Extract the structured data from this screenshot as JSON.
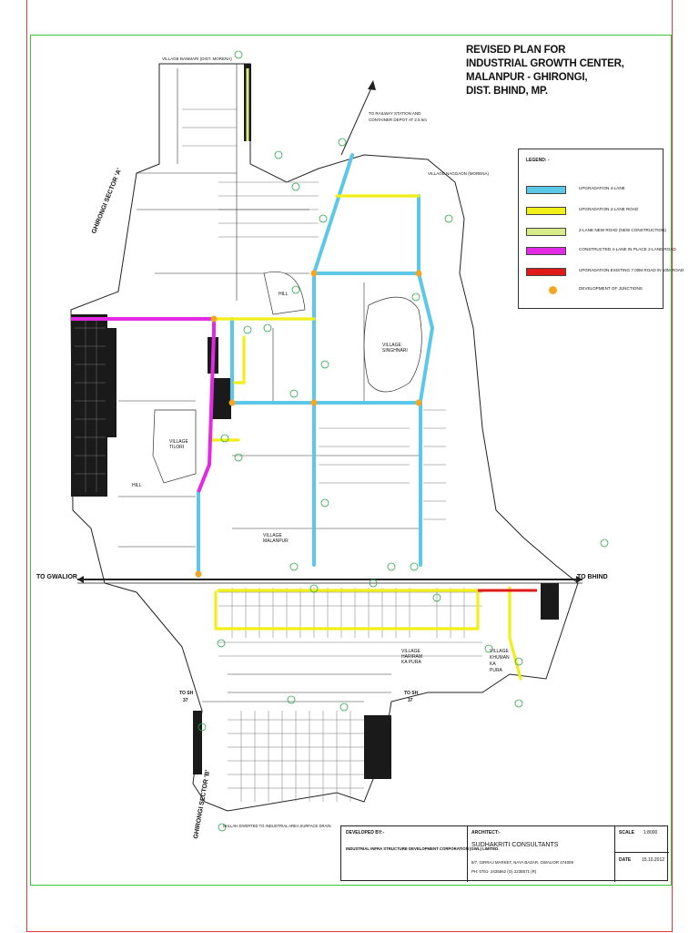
{
  "title": {
    "line1": "REVISED PLAN FOR",
    "line2": "INDUSTRIAL GROWTH CENTER, MALANPUR - GHIRONGI,",
    "line3": "DIST. BHIND, MP."
  },
  "legend": {
    "heading": "LEGEND: -",
    "items": [
      {
        "label": "UPGRADATION 4-LANE",
        "color": "#5bc8ea",
        "kind": "line"
      },
      {
        "label": "UPGRADATION 2-LANE ROAD",
        "color": "#f1ee18",
        "kind": "line"
      },
      {
        "label": "2-LANE NEW ROAD (NEW CONSTRUCTION)",
        "color": "#d8ec8a",
        "kind": "line"
      },
      {
        "label": "CONSTRUCTED 4-LANE IN PLACE 2-LANE ROAD",
        "color": "#e229e4",
        "kind": "line"
      },
      {
        "label": "UPGRADATION EXISTING 7.00M ROAD IN 10M ROAD",
        "color": "#e01919",
        "kind": "line"
      },
      {
        "label": "DEVELOPMENT OF JUNCTIONS",
        "color": "#f5a623",
        "kind": "dot"
      }
    ]
  },
  "map_labels": {
    "to_gwalior": "TO GWALIOR",
    "to_bhind": "TO BHIND",
    "to_sh_left": "TO SH",
    "to_sh_right": "TO SH",
    "sh_num": "37",
    "sector_a": "GHIRONGI SECTOR 'A'",
    "sector_b": "GHIRONGI SECTOR 'B'",
    "railway": "TO RAILWAY STATION AND",
    "railway2": "CONTAINER DEPOT AT 2.5 km",
    "village_banmore": "VILLAGE BANMARI (DIST. MORENA)",
    "village_nagaon": "VILLAGE NAGGAON (MORENA)",
    "village_singhnari": "VILLAGE\nSINGHNARI",
    "village_tilori": "VILLAGE\nTILORI",
    "village_malanpur": "VILLAGE\nMALANPUR",
    "village_hariram": "VILLAGE\nHARIRAM\nKA PURA",
    "village_khuman": "VILLAGE\nKHUMAN\nKA\nPURA",
    "hill1": "HILL",
    "hill2": "HILL",
    "drain": "NALLAH DIVERTED TO INDUSTRIAL AREA SURFACE DRAIN"
  },
  "title_block": {
    "developed_by_label": "DEVELOPED BY:-",
    "developer": "INDUSTRIAL INFRA STRUCTURE DEVELOPMENT CORPORATION (GWL) LIMITED.",
    "architect_label": "ARCHITECT:-",
    "architect": "SUDHAKRITI CONSULTANTS",
    "address": "8/7, GIRRAJ MARKET, NAYA BAZAR, GWALIOR 474009",
    "phone": "PH: 0751- 2435862 (O) 2238571 (R)",
    "scale_label": "SCALE",
    "scale": "1:8000",
    "date_label": "DATE",
    "date": "15.10.2012"
  }
}
